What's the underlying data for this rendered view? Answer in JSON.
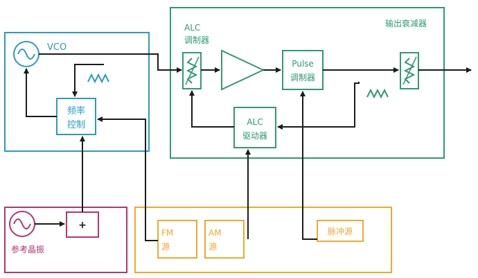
{
  "colors": {
    "blue": "#2a9bbf",
    "green": "#2e9a72",
    "magenta": "#b3366e",
    "orange": "#f0a830",
    "black": "#1a1a1a",
    "background": "#ffffff"
  },
  "vco": {
    "label": "VCO",
    "freq_control_line1": "频率",
    "freq_control_line2": "控制"
  },
  "output_attenuator": {
    "title": "输出衰减器",
    "alc_modulator_line1": "ALC",
    "alc_modulator_line2": "调制器",
    "pulse_modulator_line1": "Pulse",
    "pulse_modulator_line2": "调制器",
    "alc_driver_line1": "ALC",
    "alc_driver_line2": "驱动器"
  },
  "reference": {
    "label": "参考晶振",
    "combiner_symbol": "+"
  },
  "sources": {
    "fm_line1": "FM",
    "fm_line2": "源",
    "am_line1": "AM",
    "am_line2": "源",
    "pulse_source": "脉冲源"
  }
}
